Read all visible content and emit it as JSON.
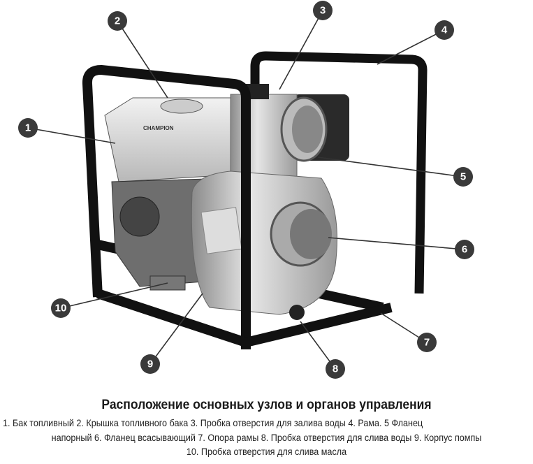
{
  "title": "Расположение основных узлов и органов управления",
  "brand_label": "CHAMPION",
  "caption": {
    "line1": "1. Бак топливный 2. Крышка топливного бака 3. Пробка отверстия  для залива воды 4. Рама. 5 Фланец",
    "line2": "напорный 6. Фланец всасывающий 7. Опора рамы 8. Пробка отверстия для слива воды 9. Корпус помпы",
    "line3": "10. Пробка отверстия для слива масла"
  },
  "callouts": [
    "1",
    "2",
    "3",
    "4",
    "5",
    "6",
    "7",
    "8",
    "9",
    "10"
  ],
  "colors": {
    "callout": "#3a3a3a",
    "frame": "#111111"
  }
}
